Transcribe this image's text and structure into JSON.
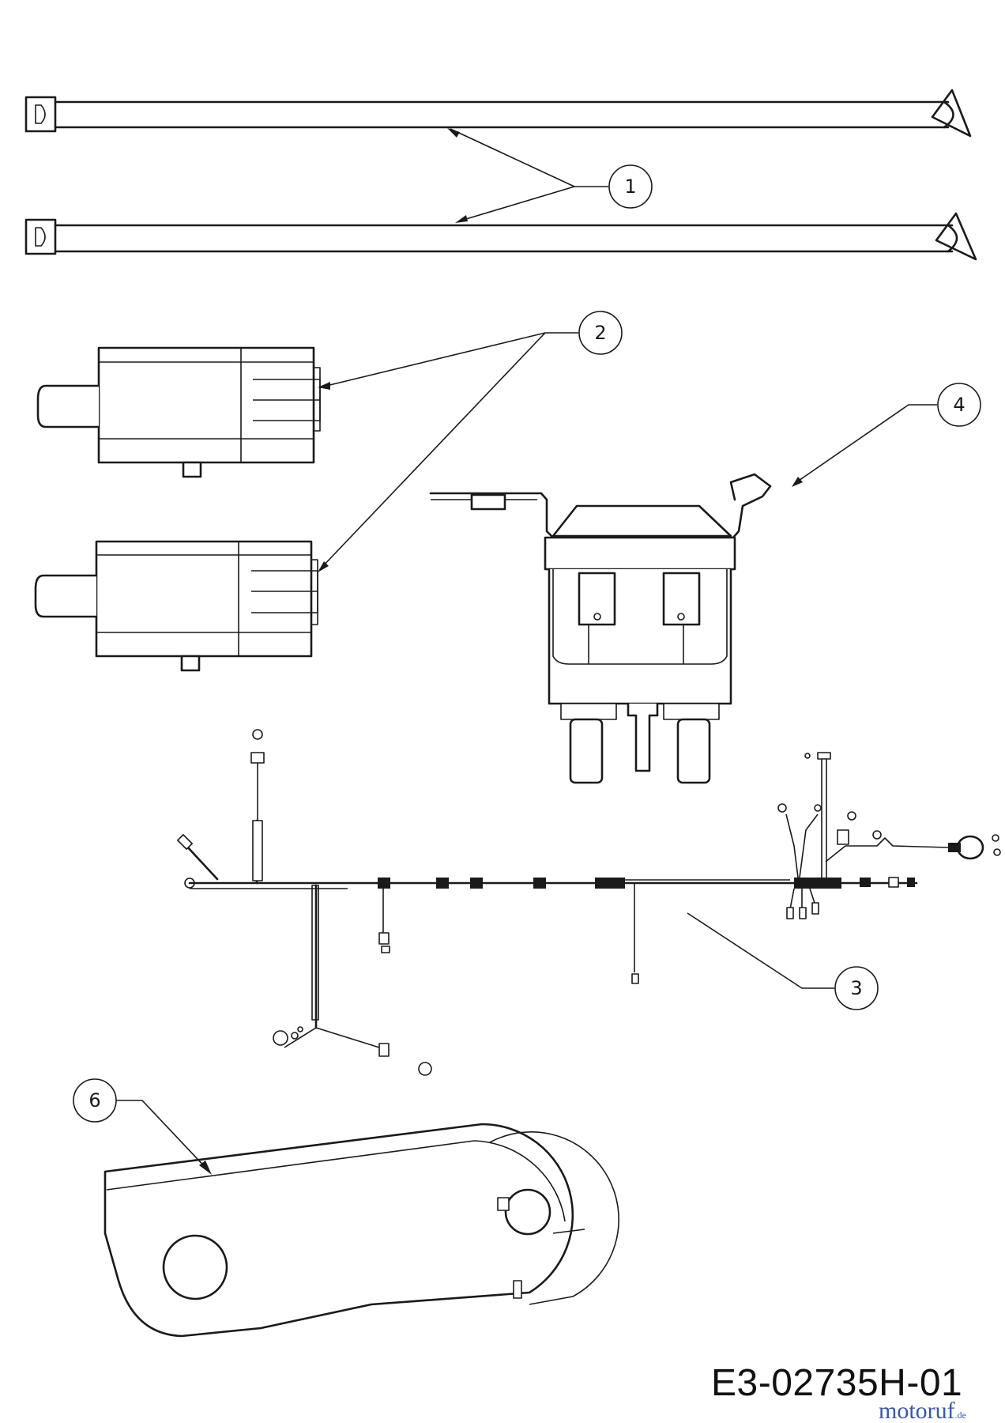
{
  "callouts": [
    "1",
    "2",
    "3",
    "4",
    "6"
  ],
  "drawing_code": "E3-02735H-01",
  "watermark": {
    "name": "motoruf",
    "tld": ".de",
    "color": "#3a57a8"
  },
  "colors": {
    "line": "#1a1a1a",
    "background": "#ffffff"
  }
}
